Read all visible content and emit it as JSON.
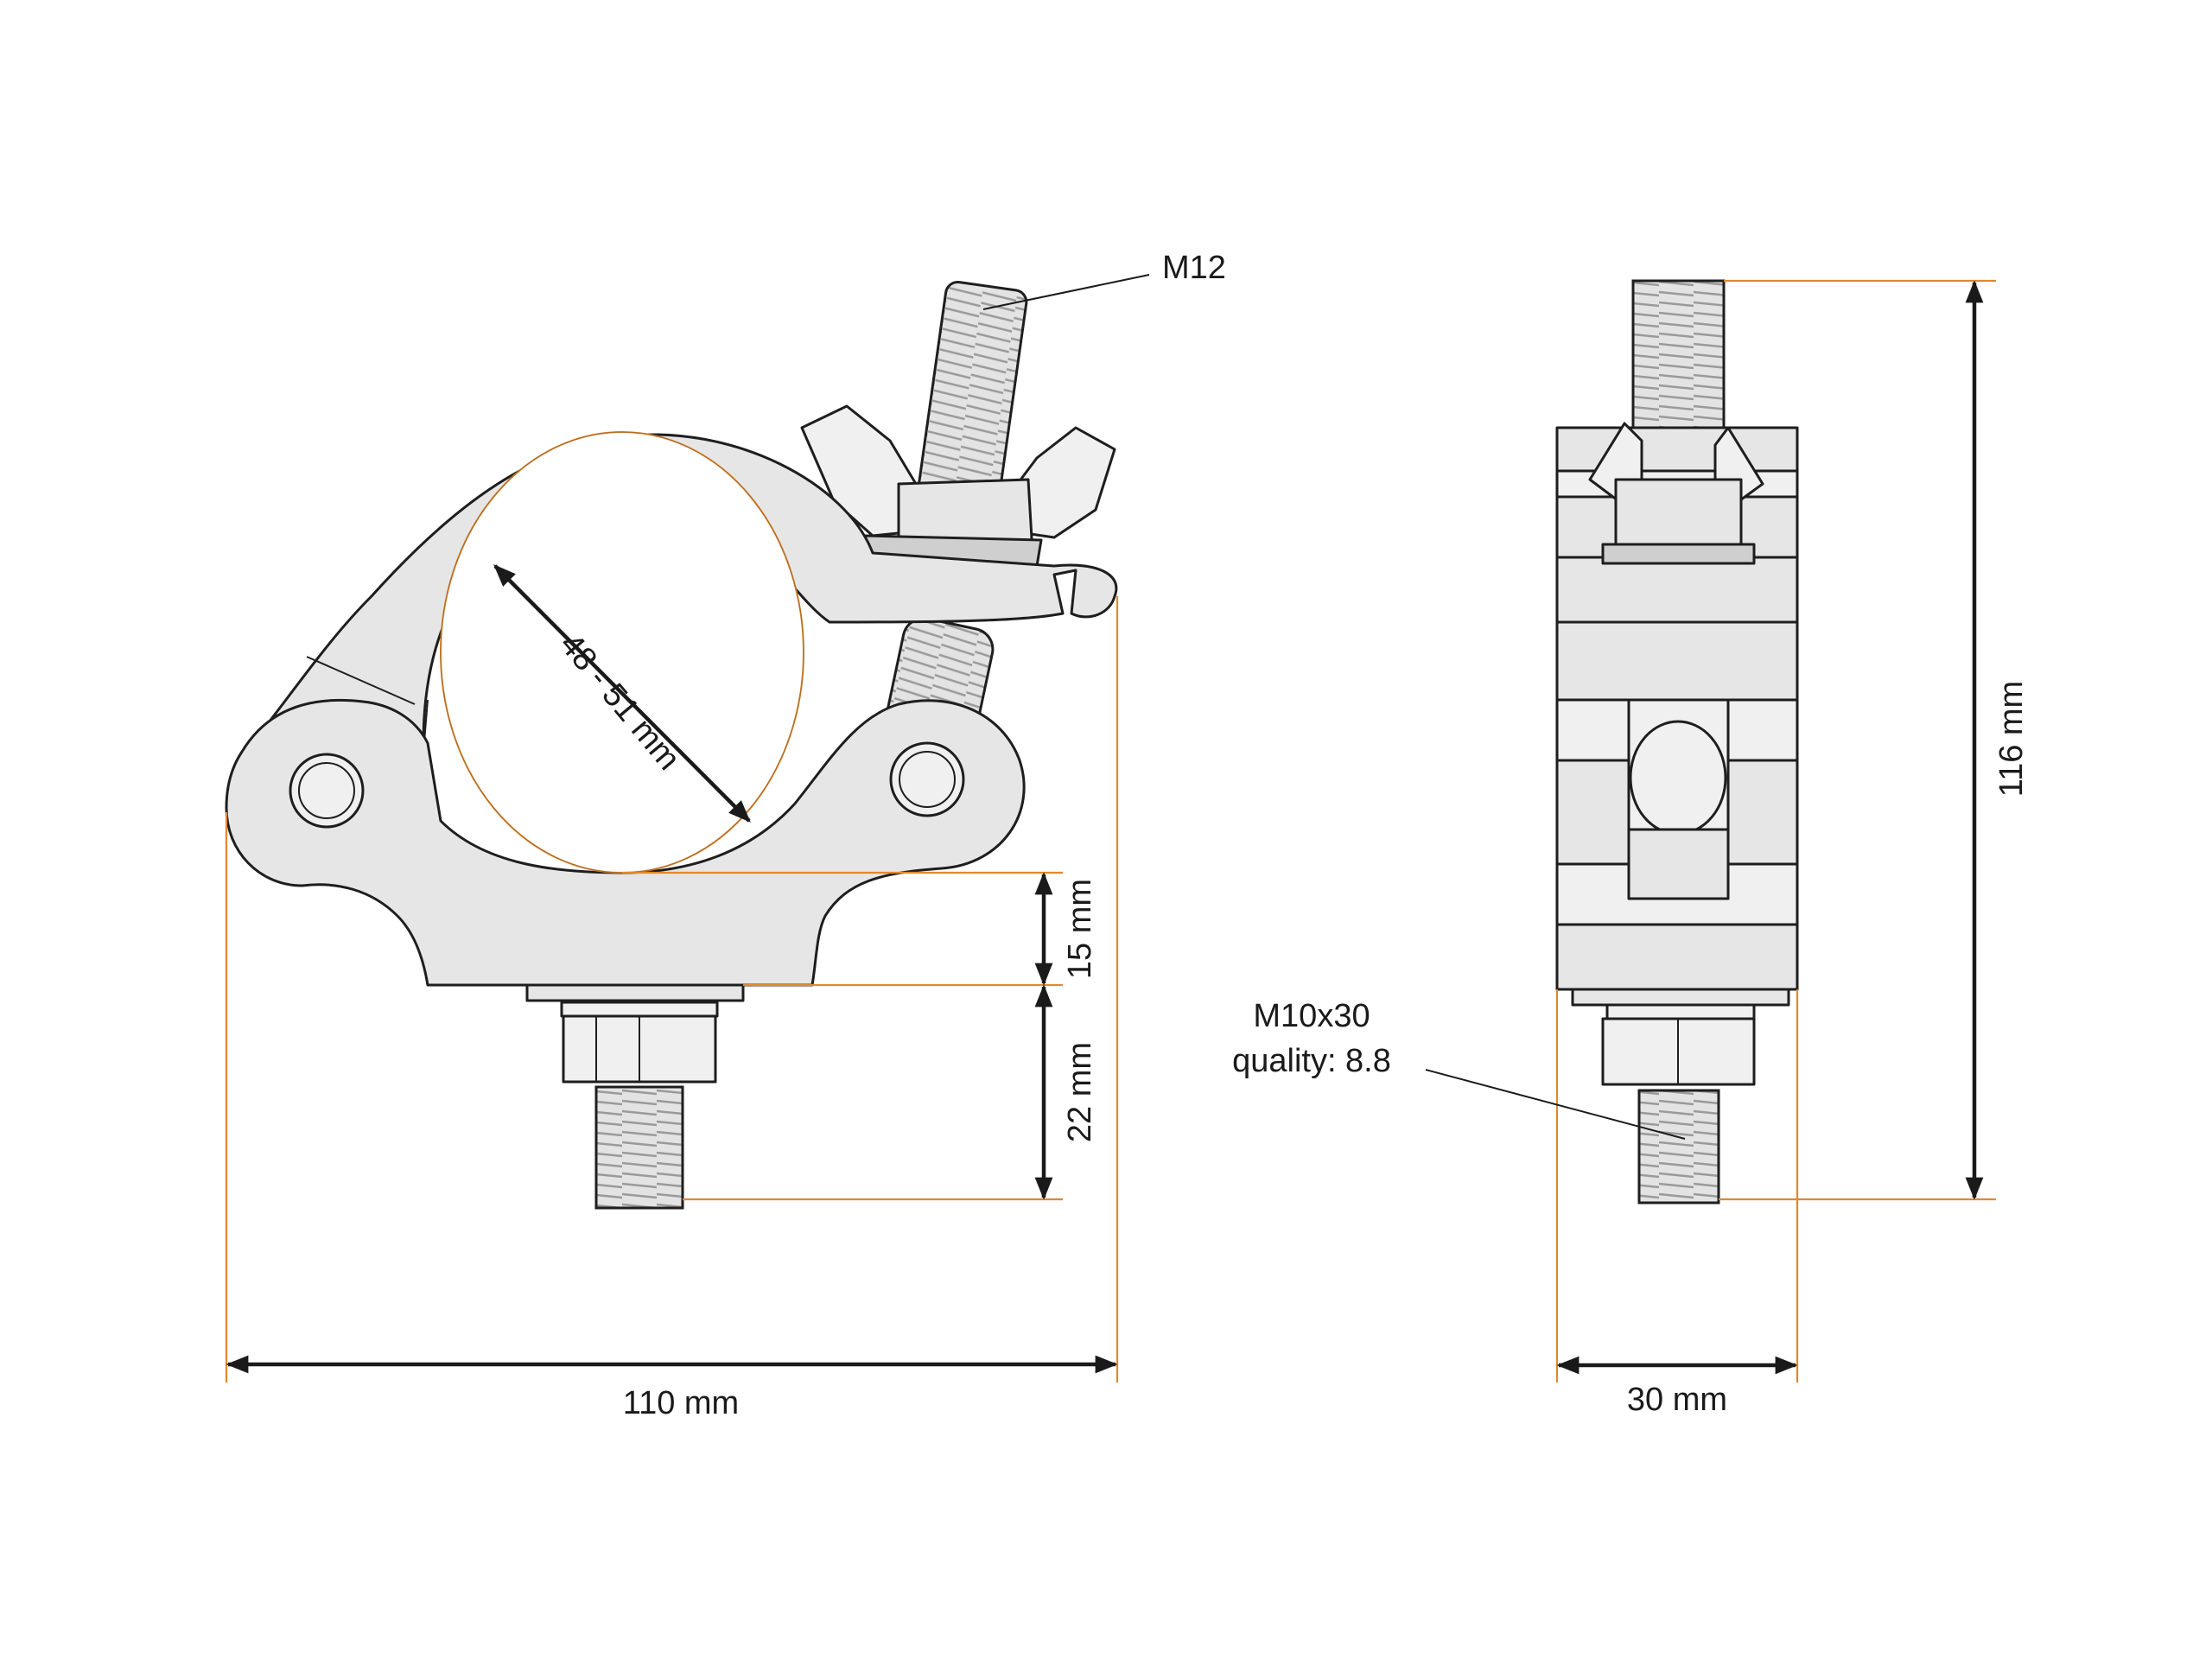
{
  "labels": {
    "m12": "M12",
    "diameter": "48 - 51 mm",
    "dim_15": "15 mm",
    "dim_22": "22 mm",
    "dim_110": "110 mm",
    "dim_30": "30 mm",
    "dim_116": "116 mm",
    "bolt_line1": "M10x30",
    "bolt_line2": "quality: 8.8"
  },
  "colors": {
    "extension_lines": "#e0892f",
    "dimension_lines": "#1a1a1a",
    "part_fill": "#e6e6e6",
    "outline": "#1e1e1e"
  }
}
